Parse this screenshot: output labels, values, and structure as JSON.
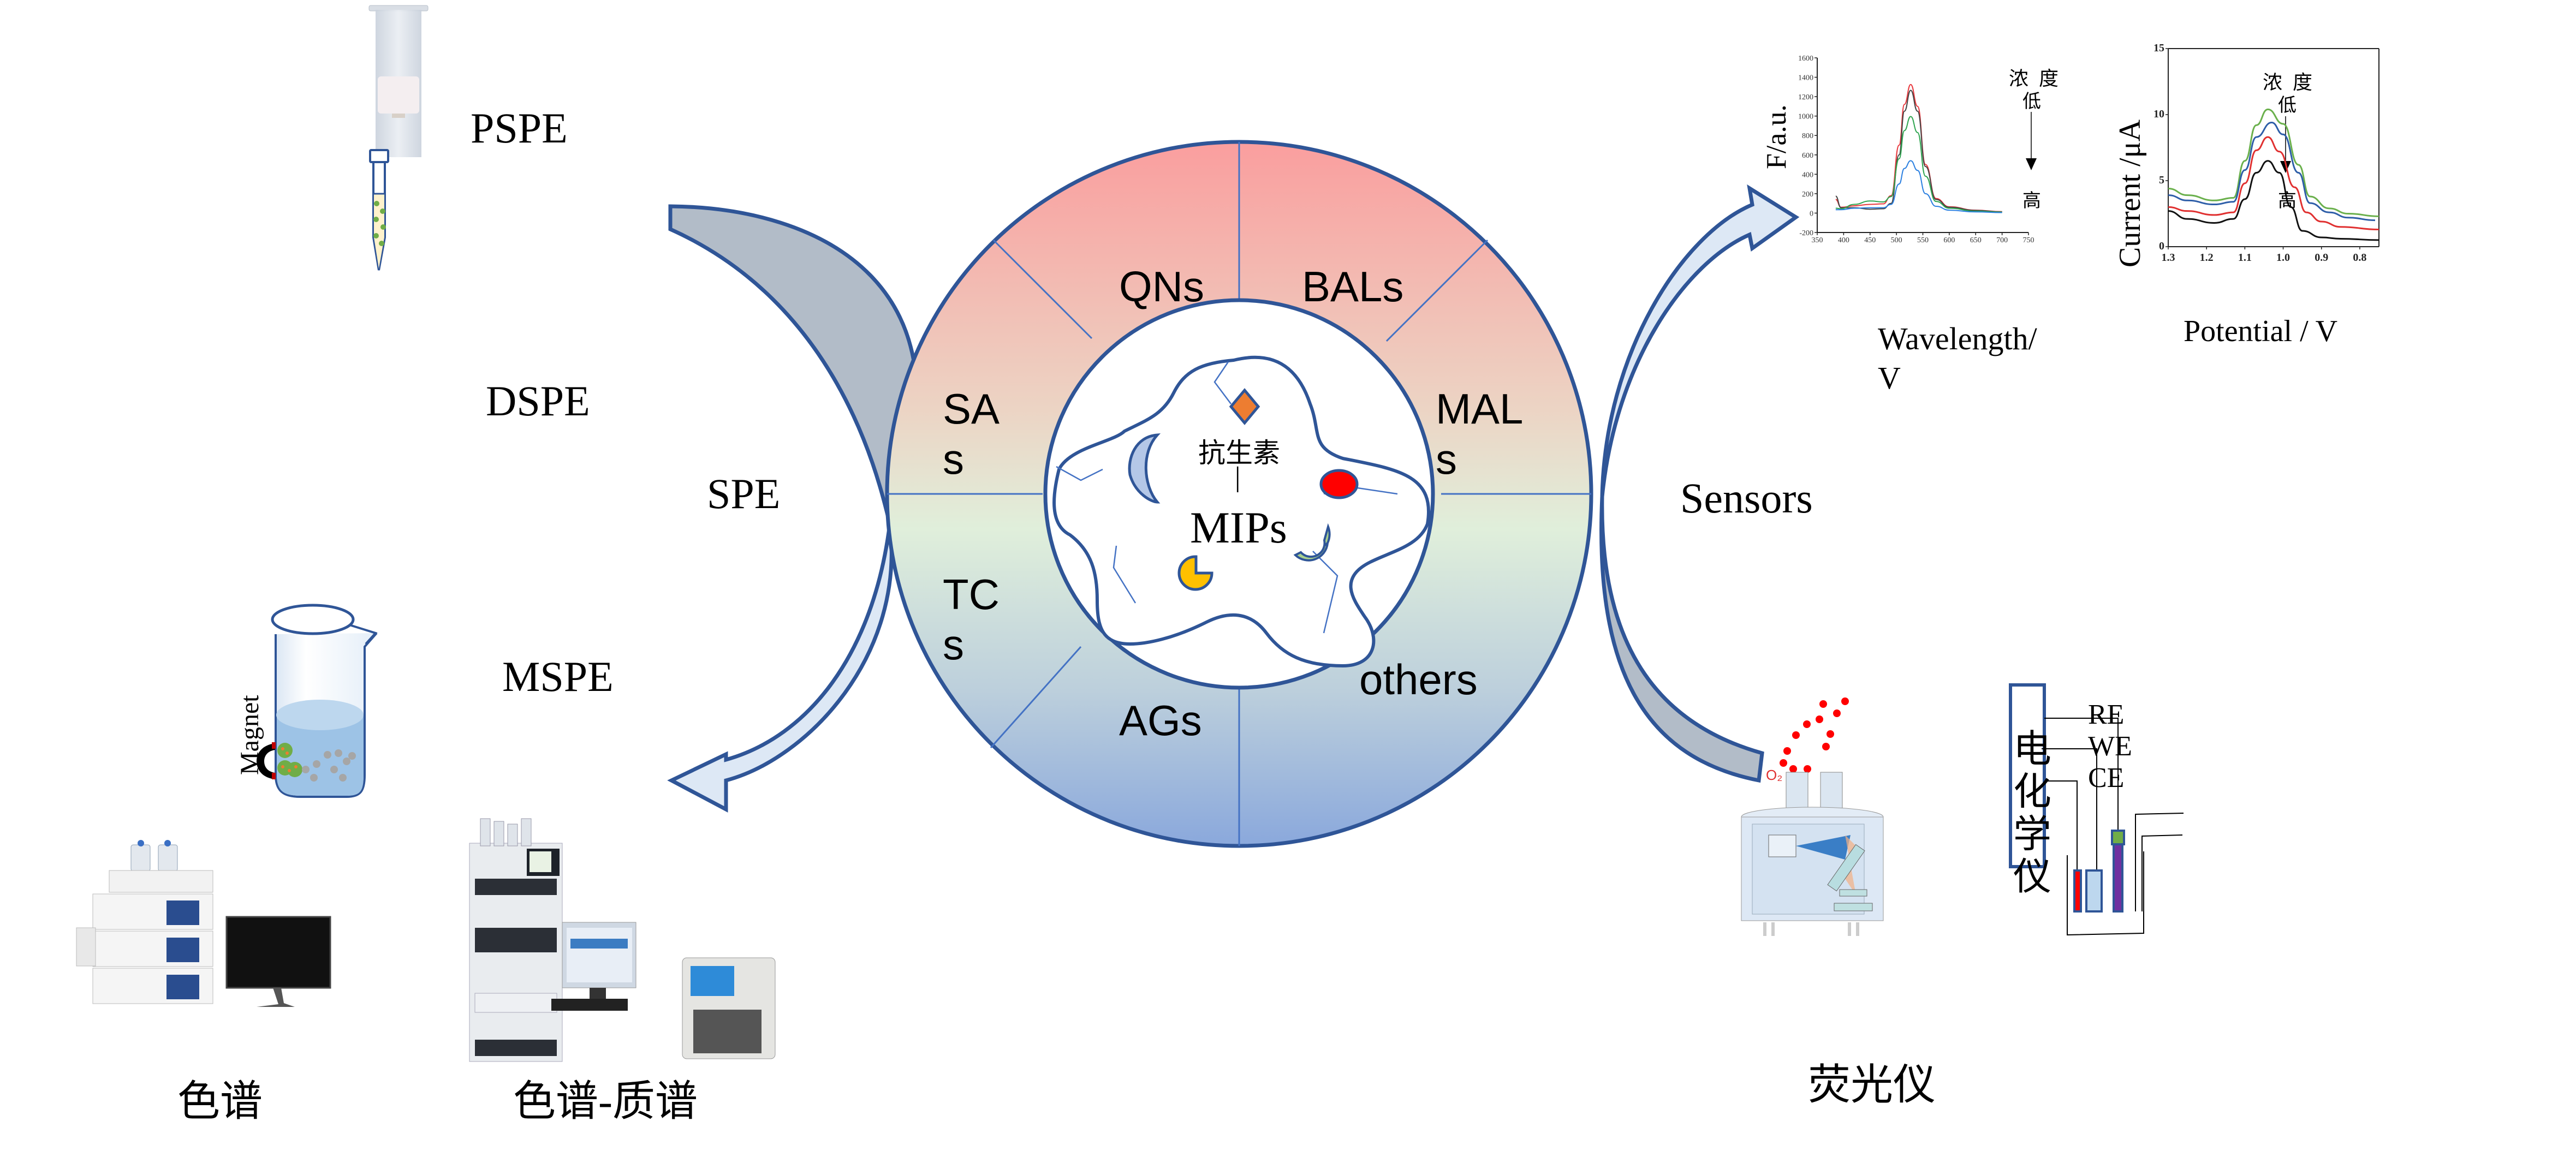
{
  "left_section": {
    "methods": [
      {
        "id": "pspe",
        "label": "PSPE"
      },
      {
        "id": "dspe",
        "label": "DSPE"
      },
      {
        "id": "mspe",
        "label": "MSPE"
      }
    ],
    "magnet_label": "Magnet",
    "arrow_label": "SPE",
    "instruments": [
      {
        "id": "chromatography",
        "label": "色谱"
      },
      {
        "id": "lc-ms",
        "label": "色谱-质谱"
      }
    ]
  },
  "center": {
    "ring_segments": [
      {
        "id": "qns",
        "label": "QNs"
      },
      {
        "id": "bals",
        "label": "BALs"
      },
      {
        "id": "mals",
        "label_line1": "MAL",
        "label_line2": "s"
      },
      {
        "id": "others",
        "label": "others"
      },
      {
        "id": "ags",
        "label": "AGs"
      },
      {
        "id": "tcs",
        "label_line1": "TC",
        "label_line2": "s"
      },
      {
        "id": "sas",
        "label_line1": "SA",
        "label_line2": "s"
      }
    ],
    "core_label_top": "抗生素",
    "core_separator": "|",
    "core_label_bottom": "MIPs",
    "colors": {
      "ring_top": "#f9a0a0",
      "ring_mid": "#e2efdc",
      "ring_bottom": "#8eaadb",
      "outline": "#2f5597"
    }
  },
  "right_section": {
    "arrow_label": "Sensors",
    "fluorescence_instrument_label": "荧光仪",
    "o2_label": "O₂",
    "electrochem_box_label": [
      "电",
      "化",
      "学",
      "仪"
    ],
    "electrode_labels": [
      "RE",
      "WE",
      "CE"
    ]
  },
  "chart_data": [
    {
      "type": "line",
      "title": "",
      "xlabel": "Wavelength/ V",
      "ylabel": "F/a.u.",
      "xlim": [
        350,
        750
      ],
      "ylim": [
        -200,
        1600
      ],
      "x_ticks": [
        350,
        400,
        450,
        500,
        550,
        600,
        650,
        700,
        750
      ],
      "y_ticks": [
        -200,
        0,
        200,
        400,
        600,
        800,
        1000,
        1200,
        1400,
        1600
      ],
      "annotation": {
        "title": "浓 度",
        "from": "低",
        "to": "高"
      },
      "grid": false,
      "series": [
        {
          "name": "red",
          "color": "#e8383d",
          "x": [
            385,
            395,
            420,
            450,
            475,
            490,
            505,
            515,
            527,
            540,
            555,
            575,
            600,
            650,
            700
          ],
          "y": [
            140,
            60,
            75,
            90,
            95,
            180,
            700,
            1120,
            1325,
            1100,
            500,
            150,
            65,
            30,
            15
          ]
        },
        {
          "name": "black",
          "color": "#444444",
          "x": [
            385,
            395,
            420,
            450,
            475,
            490,
            505,
            515,
            527,
            540,
            555,
            575,
            600,
            650,
            700
          ],
          "y": [
            175,
            55,
            55,
            40,
            45,
            100,
            600,
            1050,
            1265,
            1050,
            480,
            140,
            60,
            28,
            12
          ]
        },
        {
          "name": "green",
          "color": "#2ea44f",
          "x": [
            385,
            395,
            420,
            450,
            475,
            490,
            505,
            515,
            527,
            540,
            555,
            575,
            600,
            650,
            700
          ],
          "y": [
            50,
            45,
            90,
            125,
            115,
            170,
            560,
            850,
            995,
            830,
            380,
            120,
            50,
            20,
            10
          ]
        },
        {
          "name": "blue",
          "color": "#2a7fe0",
          "x": [
            385,
            395,
            420,
            450,
            475,
            490,
            505,
            515,
            527,
            540,
            555,
            575,
            600,
            650,
            700
          ],
          "y": [
            35,
            35,
            50,
            55,
            55,
            90,
            300,
            460,
            540,
            440,
            200,
            70,
            30,
            12,
            5
          ]
        }
      ]
    },
    {
      "type": "line",
      "title": "",
      "xlabel": "Potential / V",
      "ylabel": "Current /μA",
      "xlim": [
        1.3,
        0.75
      ],
      "ylim": [
        0,
        15
      ],
      "x_ticks": [
        1.3,
        1.2,
        1.1,
        1.0,
        0.9,
        0.8
      ],
      "y_ticks": [
        0,
        5,
        10,
        15
      ],
      "annotation": {
        "title": "浓 度",
        "from": "低",
        "to": "高"
      },
      "grid": false,
      "series": [
        {
          "name": "green",
          "color": "#6ab04c",
          "x": [
            1.3,
            1.25,
            1.18,
            1.13,
            1.1,
            1.07,
            1.04,
            1.0,
            0.96,
            0.93,
            0.88,
            0.83,
            0.75
          ],
          "y": [
            4.4,
            3.9,
            3.5,
            3.7,
            6.5,
            9.2,
            10.4,
            9.3,
            6.2,
            3.8,
            2.9,
            2.5,
            2.3
          ]
        },
        {
          "name": "blue",
          "color": "#2e5ea8",
          "x": [
            1.3,
            1.25,
            1.18,
            1.13,
            1.1,
            1.07,
            1.03,
            1.0,
            0.96,
            0.93,
            0.88,
            0.83,
            0.76
          ],
          "y": [
            3.9,
            3.5,
            3.2,
            3.4,
            5.8,
            8.3,
            9.4,
            8.5,
            5.6,
            3.3,
            2.6,
            2.2,
            2.0
          ]
        },
        {
          "name": "red",
          "color": "#e03030",
          "x": [
            1.3,
            1.25,
            1.18,
            1.13,
            1.1,
            1.07,
            1.04,
            1.01,
            0.97,
            0.94,
            0.9,
            0.85,
            0.75
          ],
          "y": [
            3.0,
            2.7,
            2.4,
            2.6,
            4.8,
            7.3,
            8.3,
            7.2,
            4.5,
            2.6,
            1.9,
            1.5,
            1.3
          ]
        },
        {
          "name": "black",
          "color": "#111111",
          "x": [
            1.3,
            1.25,
            1.18,
            1.13,
            1.1,
            1.07,
            1.04,
            1.01,
            0.98,
            0.95,
            0.9,
            0.85,
            0.75
          ],
          "y": [
            2.7,
            2.1,
            1.8,
            2.1,
            3.6,
            5.6,
            6.5,
            5.6,
            3.0,
            1.2,
            0.7,
            0.6,
            0.5
          ]
        }
      ]
    }
  ]
}
